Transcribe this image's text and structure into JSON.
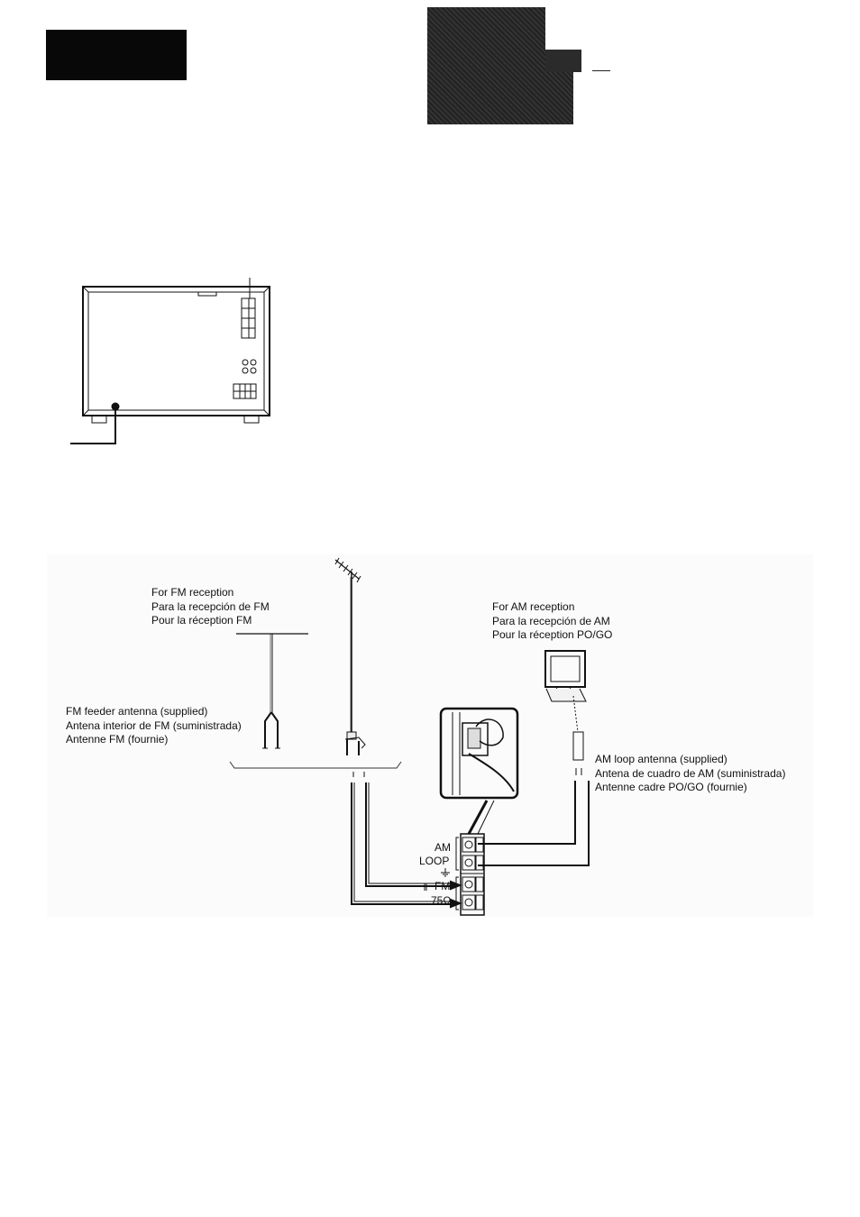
{
  "fm_reception": {
    "lines": [
      "For FM reception",
      "Para la recepción de FM",
      "Pour la réception FM"
    ]
  },
  "am_reception": {
    "lines": [
      "For AM reception",
      "Para la recepción de AM",
      "Pour la réception PO/GO"
    ]
  },
  "fm_feeder_antenna": {
    "lines": [
      "FM feeder antenna (supplied)",
      "Antena interior de FM (suministrada)",
      "Antenne FM (fournie)"
    ]
  },
  "am_loop_antenna": {
    "lines": [
      "AM loop antenna (supplied)",
      "Antena de cuadro de AM (suministrada)",
      "Antenne cadre PO/GO (fournie)"
    ]
  },
  "terminals": {
    "am": "AM",
    "loop": "LOOP",
    "fm": "FM",
    "ohm": "75Ω"
  }
}
